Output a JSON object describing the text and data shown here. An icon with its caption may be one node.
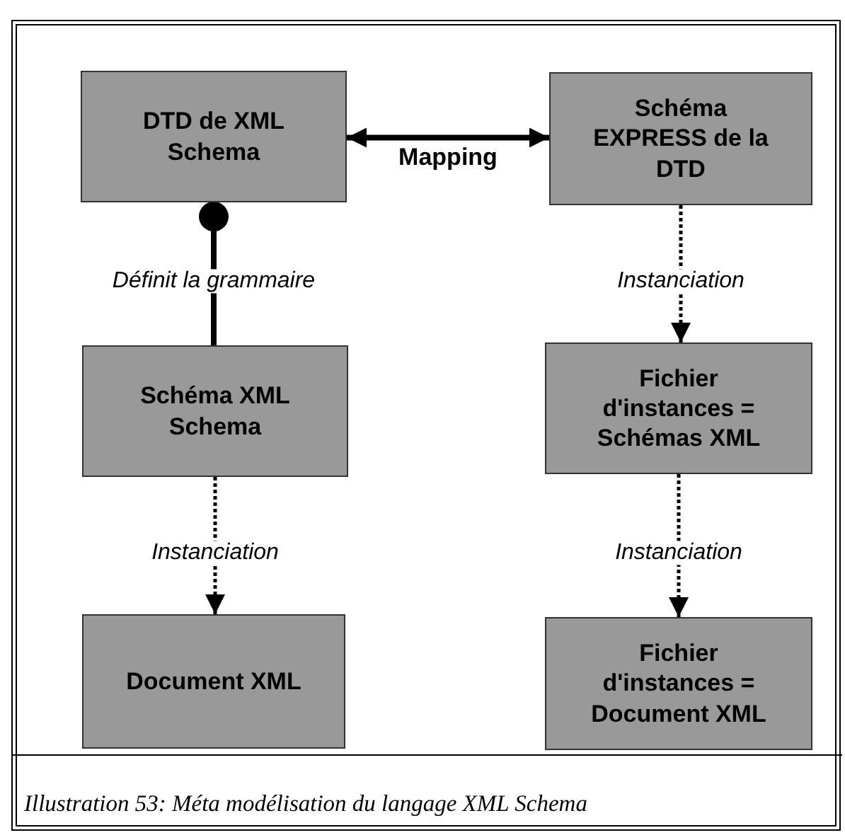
{
  "diagram": {
    "caption": "Illustration 53: Méta modélisation du langage XML Schema",
    "nodes": [
      {
        "text": [
          "DTD de XML Schema"
        ]
      },
      {
        "text": [
          "Schéma EXPRESS de la DTD"
        ]
      },
      {
        "text": [
          "Schéma XML Schema"
        ]
      },
      {
        "text": [
          "Fichier d'instances = Schémas XML"
        ]
      },
      {
        "text": [
          "Document XML"
        ]
      },
      {
        "text": [
          "Fichier d'instances = Document XML"
        ]
      }
    ],
    "edges": [
      {
        "from": 0,
        "to": 1,
        "arrow": "both",
        "label": "Mapping"
      },
      {
        "from": 0,
        "to": 2,
        "arrow": "other",
        "label": "Définit la grammaire"
      },
      {
        "from": 1,
        "to": 3,
        "arrow": "to",
        "label": "Instanciation",
        "style": "dashed"
      },
      {
        "from": 2,
        "to": 4,
        "arrow": "to",
        "label": "Instanciation",
        "style": "dashed"
      },
      {
        "from": 3,
        "to": 5,
        "arrow": "to",
        "label": "Instanciation",
        "style": "dashed"
      }
    ]
  }
}
